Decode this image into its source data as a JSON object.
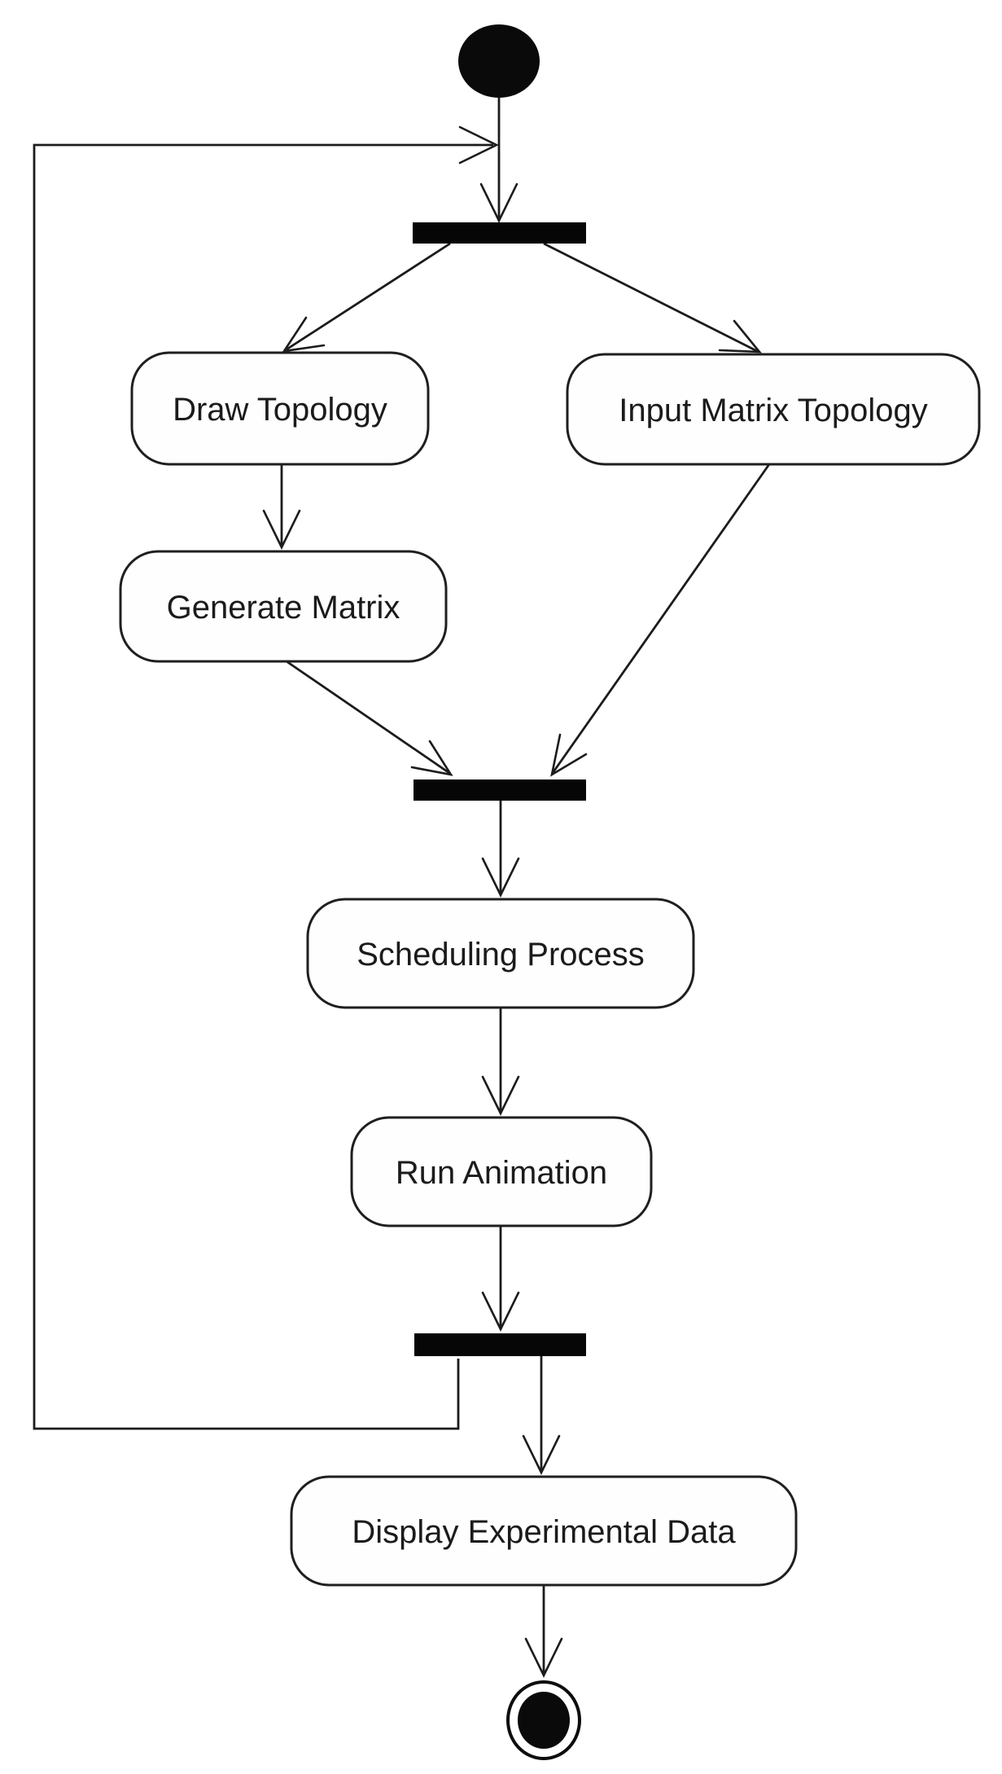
{
  "diagram": {
    "type": "uml-activity-diagram",
    "background_color": "#ffffff",
    "line_color": "#1c1c1c",
    "node_fill_color": "#fefefe",
    "node_border_color": "#1f1f1f",
    "bar_color": "#060606",
    "nodes": {
      "initial": {
        "type": "initial-node"
      },
      "fork_top": {
        "type": "fork-bar"
      },
      "draw_topology": {
        "type": "action",
        "label": "Draw Topology"
      },
      "input_matrix_topology": {
        "type": "action",
        "label": "Input Matrix Topology"
      },
      "generate_matrix": {
        "type": "action",
        "label": "Generate Matrix"
      },
      "join_middle": {
        "type": "join-bar"
      },
      "scheduling_process": {
        "type": "action",
        "label": "Scheduling Process"
      },
      "run_animation": {
        "type": "action",
        "label": "Run Animation"
      },
      "fork_bottom": {
        "type": "fork-bar"
      },
      "display_experimental_data": {
        "type": "action",
        "label": "Display Experimental Data"
      },
      "final": {
        "type": "final-node"
      }
    },
    "edges": [
      {
        "from": "initial",
        "to": "fork_top"
      },
      {
        "from": "fork_top",
        "to": "draw_topology"
      },
      {
        "from": "fork_top",
        "to": "input_matrix_topology"
      },
      {
        "from": "draw_topology",
        "to": "generate_matrix"
      },
      {
        "from": "generate_matrix",
        "to": "join_middle"
      },
      {
        "from": "input_matrix_topology",
        "to": "join_middle"
      },
      {
        "from": "join_middle",
        "to": "scheduling_process"
      },
      {
        "from": "scheduling_process",
        "to": "run_animation"
      },
      {
        "from": "run_animation",
        "to": "fork_bottom"
      },
      {
        "from": "fork_bottom",
        "to": "initial",
        "kind": "loop-back"
      },
      {
        "from": "fork_bottom",
        "to": "display_experimental_data"
      },
      {
        "from": "display_experimental_data",
        "to": "final"
      }
    ]
  }
}
